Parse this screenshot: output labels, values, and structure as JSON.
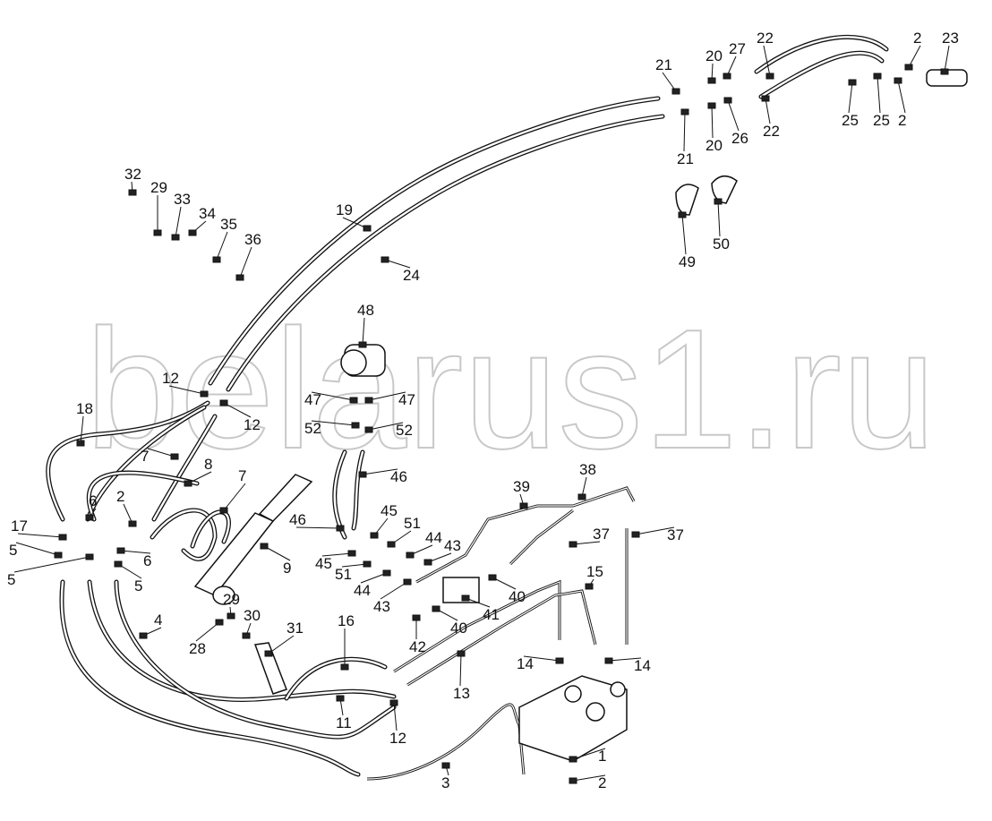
{
  "diagram": {
    "watermark": "belarus1.ru",
    "part_labels": [
      "22",
      "2",
      "23",
      "21",
      "20",
      "27",
      "25",
      "25",
      "2",
      "22",
      "21",
      "20",
      "26",
      "32",
      "29",
      "33",
      "34",
      "35",
      "36",
      "19",
      "24",
      "49",
      "50",
      "48",
      "12",
      "12",
      "18",
      "47",
      "47",
      "52",
      "52",
      "7",
      "8",
      "7",
      "46",
      "39",
      "38",
      "6",
      "2",
      "17",
      "5",
      "5",
      "6",
      "5",
      "9",
      "46",
      "45",
      "51",
      "44",
      "43",
      "45",
      "51",
      "44",
      "43",
      "37",
      "37",
      "15",
      "40",
      "41",
      "40",
      "42",
      "4",
      "28",
      "29",
      "30",
      "31",
      "16",
      "14",
      "14",
      "13",
      "11",
      "12",
      "1",
      "3",
      "2"
    ],
    "colors": {
      "line": "#111111",
      "watermark": "#c8c8c8"
    }
  }
}
